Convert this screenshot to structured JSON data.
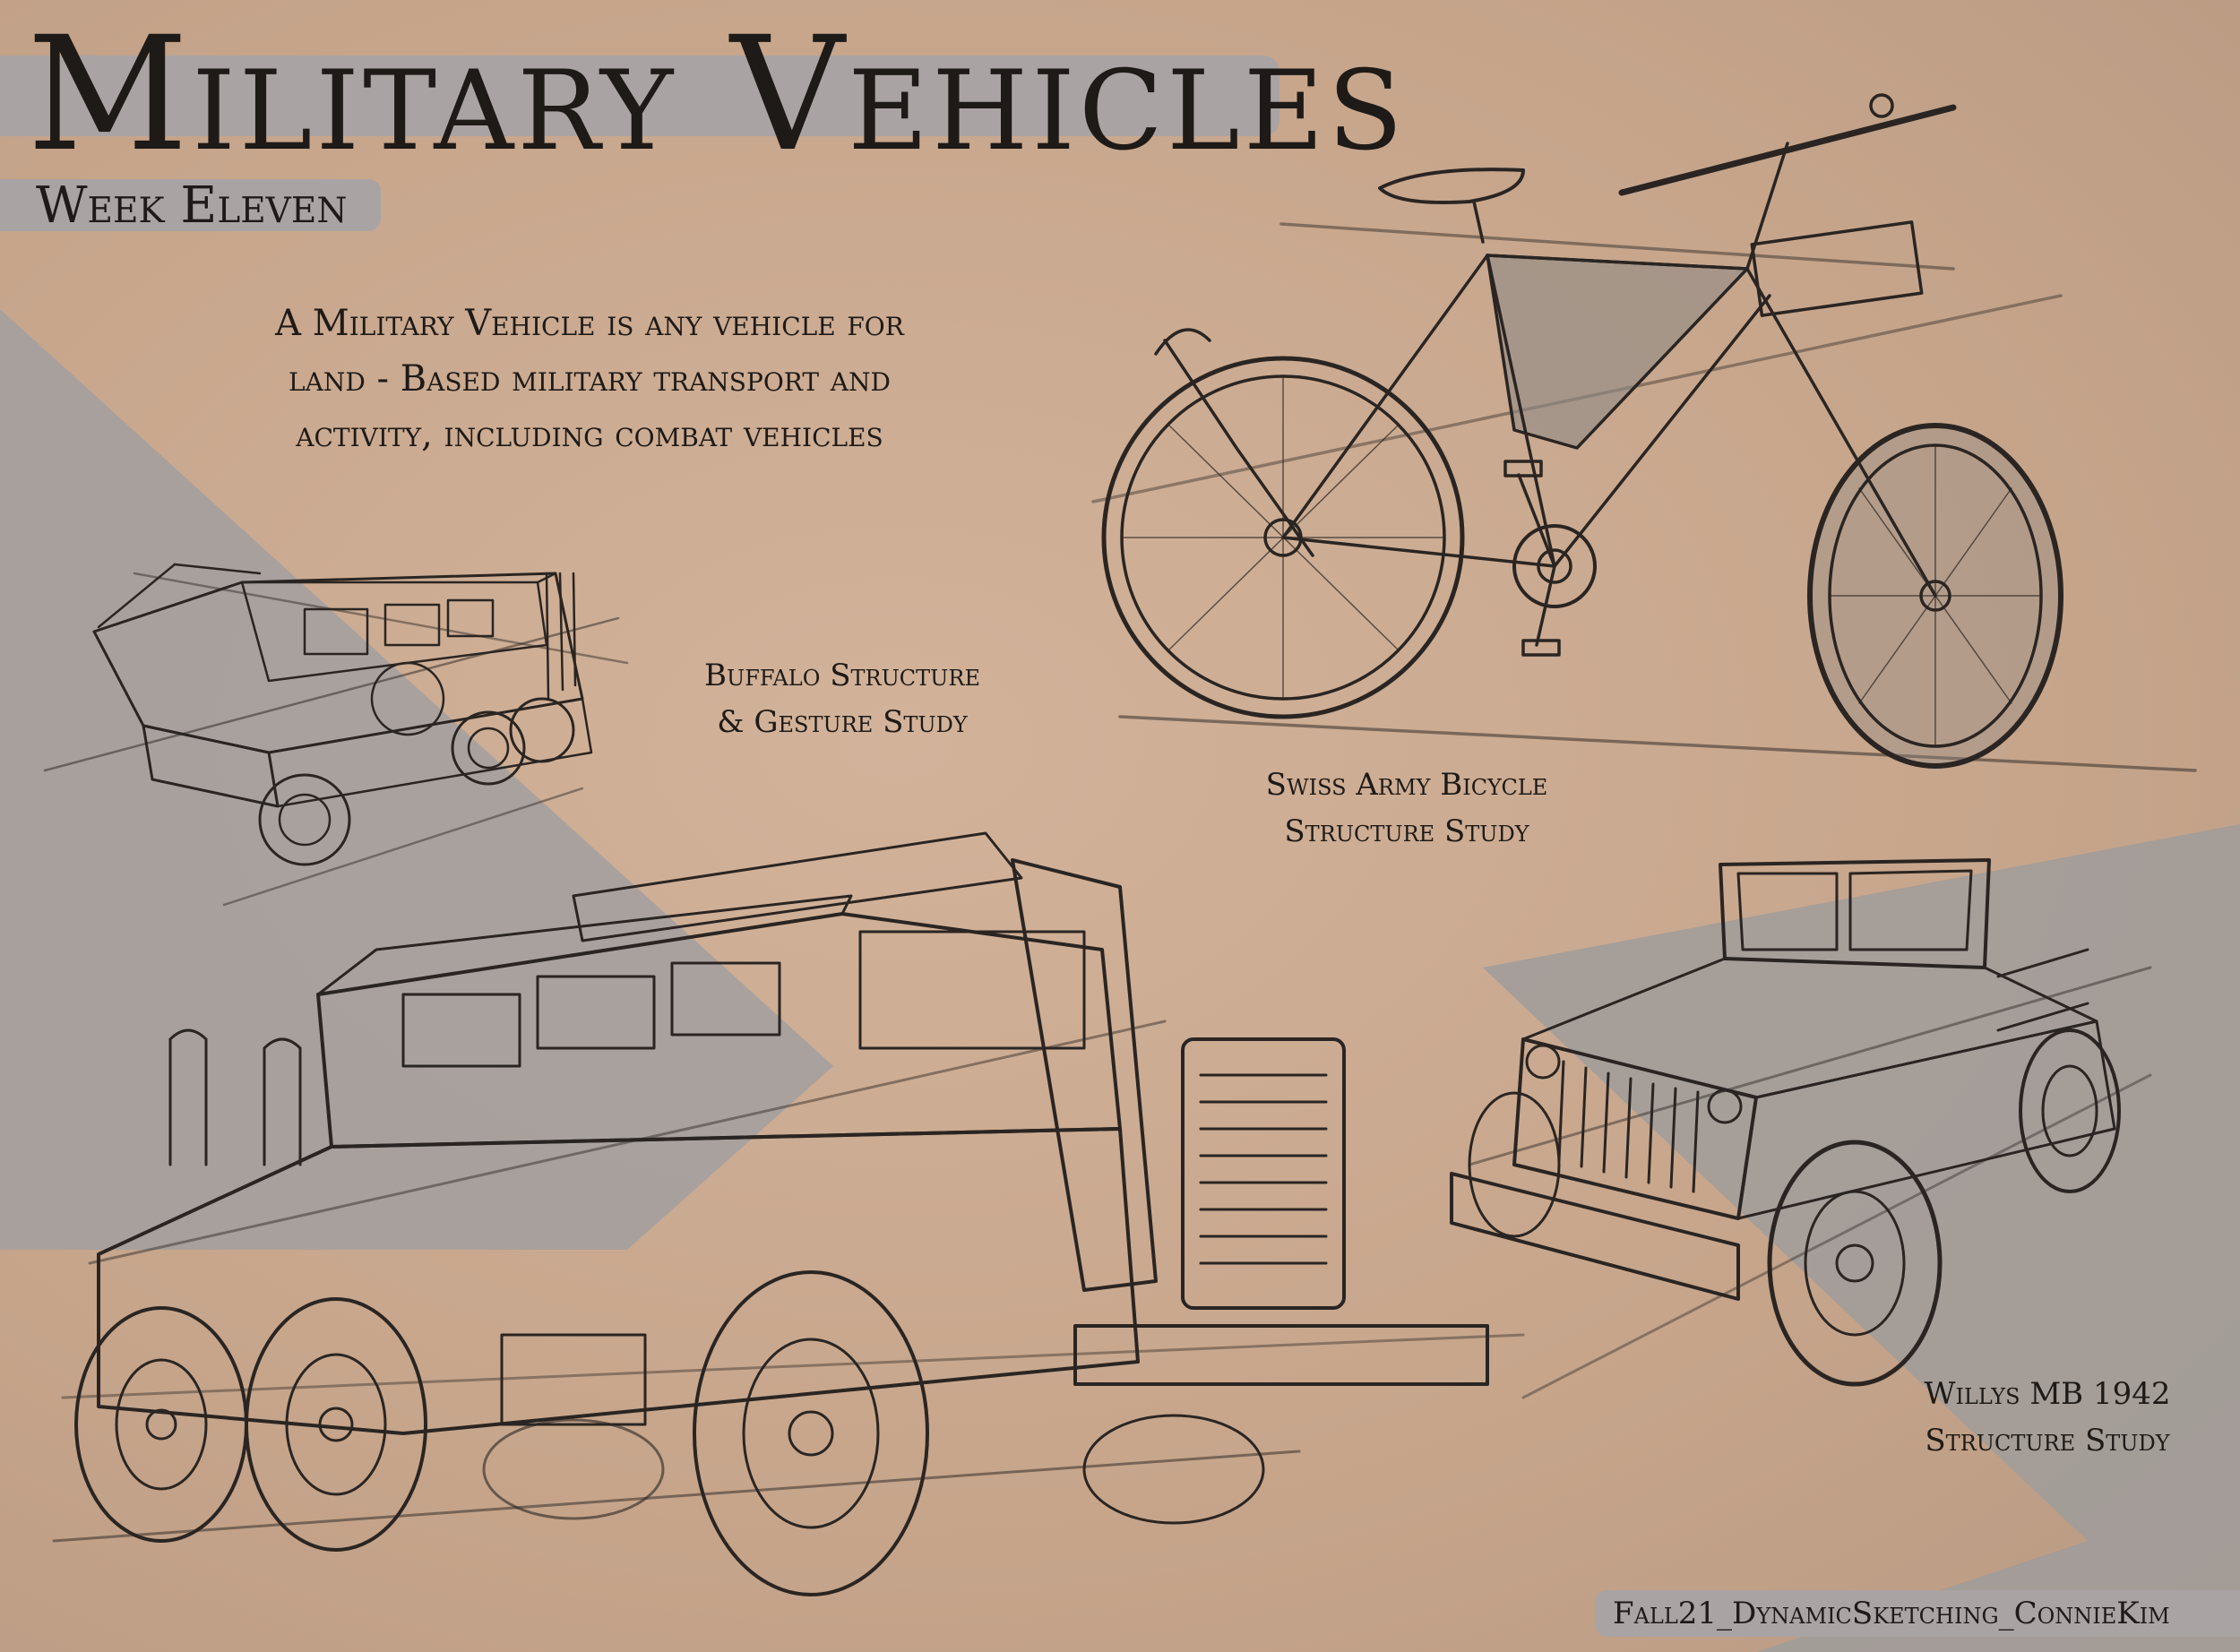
{
  "heading": {
    "title": "Military Vehicles",
    "subtitle": "Week Eleven"
  },
  "intro_lines": [
    "A Military Vehicle is any vehicle for",
    "land - Based military transport and",
    "activity, including combat vehicles"
  ],
  "captions": {
    "buffalo": [
      "Buffalo Structure",
      "& Gesture Study"
    ],
    "bicycle": [
      "Swiss Army Bicycle",
      "Structure Study"
    ],
    "willys": [
      "Willys MB 1942",
      "Structure Study"
    ]
  },
  "credit": "Fall21_DynamicSketching_ConnieKim",
  "colors": {
    "paper": "#c9a98f",
    "band_gray": "#a9a3a4",
    "shadow_gray": "#9f9c9b",
    "ink": "#1e1a17",
    "bike_shade": "#8f8a86"
  },
  "illustrations": [
    "buffalo-small-sketch-icon",
    "buffalo-large-sketch-icon",
    "swiss-army-bicycle-sketch-icon",
    "willys-jeep-sketch-icon"
  ]
}
